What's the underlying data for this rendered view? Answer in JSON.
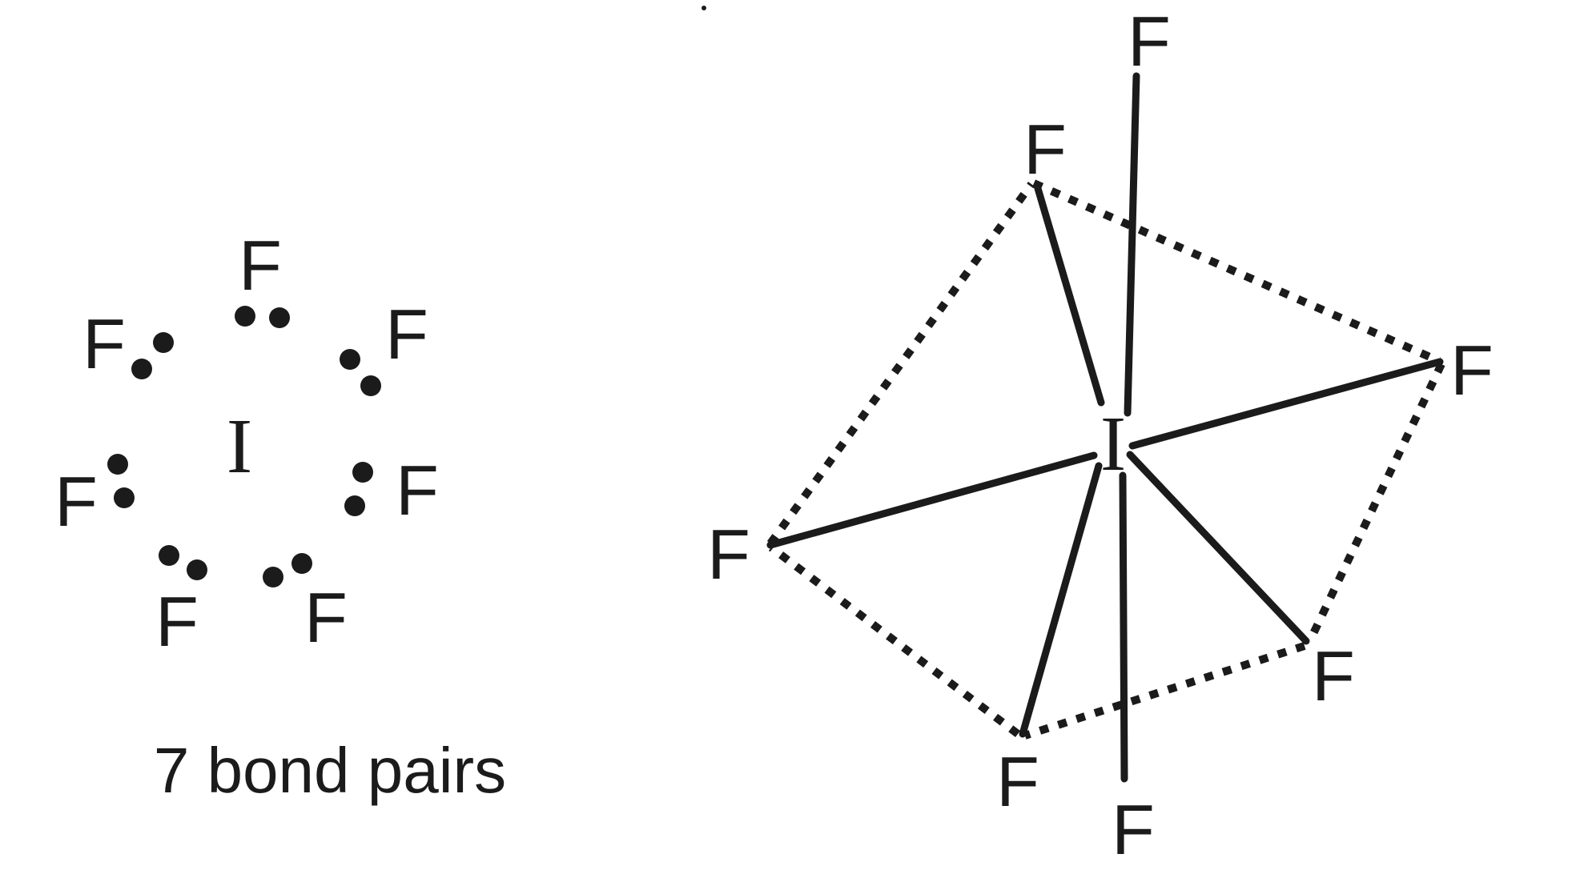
{
  "figure": {
    "background": "#ffffff",
    "ink": "#1b1b1b",
    "caption": "7 bond pairs",
    "molecule": "IF7"
  },
  "lewis": {
    "center_atom": "I",
    "atoms": [
      {
        "label": "F",
        "position": "top"
      },
      {
        "label": "F",
        "position": "upper-left"
      },
      {
        "label": "F",
        "position": "upper-right"
      },
      {
        "label": "F",
        "position": "mid-left"
      },
      {
        "label": "F",
        "position": "mid-right"
      },
      {
        "label": "F",
        "position": "bottom-left"
      },
      {
        "label": "F",
        "position": "bottom-right"
      }
    ]
  },
  "geometry3d": {
    "center_atom": "I",
    "atoms": [
      {
        "label": "F",
        "position": "axial-top",
        "bond": "solid"
      },
      {
        "label": "F",
        "position": "axial-bottom",
        "bond": "solid"
      },
      {
        "label": "F",
        "position": "equatorial-upper-left",
        "bond": "solid"
      },
      {
        "label": "F",
        "position": "equatorial-right",
        "bond": "solid"
      },
      {
        "label": "F",
        "position": "equatorial-lower-right",
        "bond": "solid"
      },
      {
        "label": "F",
        "position": "equatorial-front",
        "bond": "solid"
      },
      {
        "label": "F",
        "position": "equatorial-left",
        "bond": "solid"
      }
    ],
    "pentagon_edge_style": "dotted"
  }
}
